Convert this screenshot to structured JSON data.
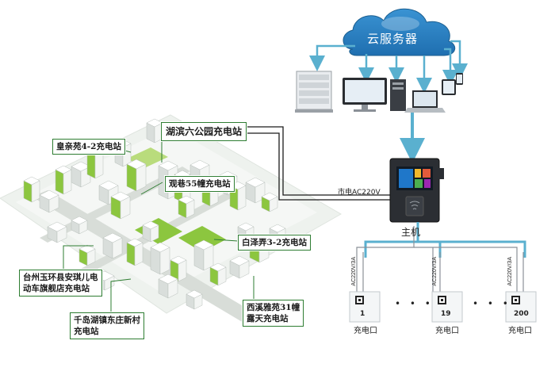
{
  "cloud": {
    "label": "云服务器"
  },
  "host": {
    "label": "主机",
    "power_label": "市电AC220V"
  },
  "stations": [
    "湖滨六公园充电站",
    "皇亲苑4-2充电站",
    "观巷55幢充电站",
    "白泽弄3-2充电站",
    "台州玉环县安琪儿电\n动车旗舰店充电站",
    "千岛湖镇东庄新村\n充电站",
    "西溪雅苑31幢\n露天充电站"
  ],
  "outlets": [
    {
      "number": "1",
      "label": "充电口",
      "rating": "AC220V/3A"
    },
    {
      "number": "19",
      "label": "充电口",
      "rating": "AC220V/3A"
    },
    {
      "number": "200",
      "label": "充电口",
      "rating": "AC220V/3A"
    }
  ],
  "ellipsis": "• • •",
  "colors": {
    "cloud": "#2b82c5",
    "arrow": "#5ab0cf",
    "station_border": "#2e7d32",
    "building_green": "#8cc63f"
  }
}
